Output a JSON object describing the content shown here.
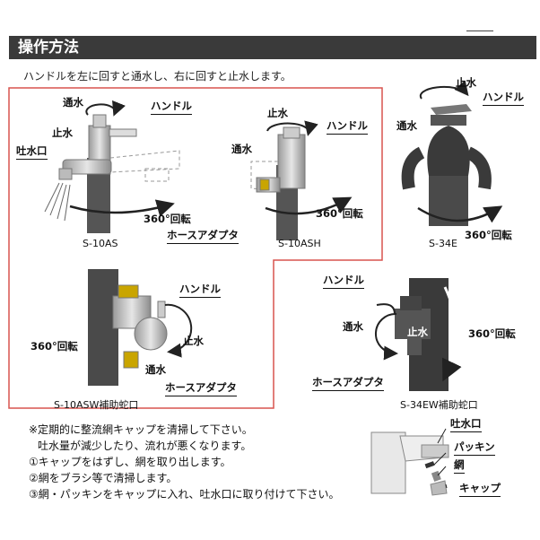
{
  "header": {
    "title": "操作方法"
  },
  "intro": "ハンドルを左に回すと通水し、右に回すと止水します。",
  "faucets": {
    "s10as": {
      "model": "S-10AS",
      "handle": "ハンドル",
      "flow": "通水",
      "stop": "止水",
      "spout": "吐水口",
      "rotation": "360°回転"
    },
    "s10ash": {
      "model": "S-10ASH",
      "handle": "ハンドル",
      "flow": "通水",
      "stop": "止水",
      "rotation": "360°回転",
      "adapter": "ホースアダプタ"
    },
    "s34e": {
      "model": "S-34E",
      "handle": "ハンドル",
      "flow": "通水",
      "stop": "止水",
      "rotation": "360°回転"
    },
    "s10asw": {
      "model": "S-10ASW補助蛇口",
      "handle": "ハンドル",
      "flow": "通水",
      "stop": "止水",
      "rotation": "360°回転",
      "adapter": "ホースアダプタ"
    },
    "s34ew": {
      "model": "S-34EW補助蛇口",
      "handle": "ハンドル",
      "flow": "通水",
      "stop": "止水",
      "rotation": "360°回転",
      "adapter": "ホースアダプタ"
    }
  },
  "maintenance": {
    "lines": [
      "※定期的に整流網キャップを清掃して下さい。",
      "吐水量が減少したり、流れが悪くなります。",
      "①キャップをはずし、網を取り出します。",
      "②網をブラシ等で清掃します。",
      "③網・パッキンをキャップに入れ、吐水口に取り付けて下さい。"
    ],
    "parts": {
      "spout": "吐水口",
      "packing": "パッキン",
      "mesh": "網",
      "cap": "キャップ"
    }
  },
  "colors": {
    "frame": "#d9534f",
    "bar": "#3a3a3a",
    "post": "#4a4a4a"
  }
}
